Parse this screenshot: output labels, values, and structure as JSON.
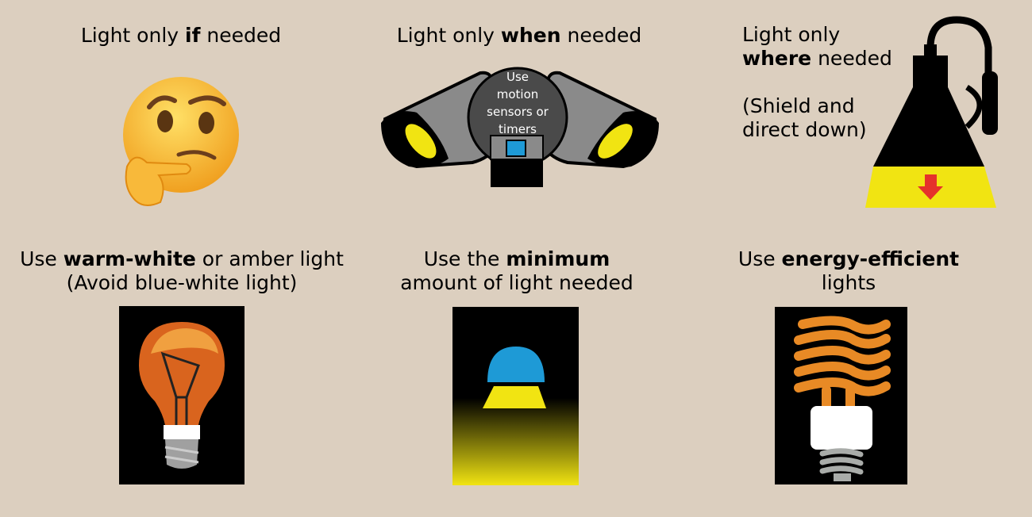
{
  "panels": [
    {
      "pre": "Light only ",
      "bold": "if",
      "post": " needed"
    },
    {
      "pre": "Light only ",
      "bold": "when",
      "post": " needed",
      "sensor_text": [
        "Use",
        "motion",
        "sensors or",
        "timers"
      ]
    },
    {
      "line1": "Light only",
      "bold": "where",
      "post": " needed",
      "note1": "(Shield and",
      "note2": "direct down)"
    },
    {
      "pre": "Use ",
      "bold": "warm-white",
      "post": " or amber light",
      "line2": "(Avoid blue-white light)"
    },
    {
      "pre": "Use the ",
      "bold": "minimum",
      "line2": "amount of light needed"
    },
    {
      "pre": "Use ",
      "bold": "energy-efficient",
      "line2": "lights"
    }
  ],
  "colors": {
    "background": "#dccfbf",
    "yellow": "#f1e412",
    "blue": "#1e9ad6",
    "orange": "#e88a25",
    "red": "#e5322b"
  }
}
